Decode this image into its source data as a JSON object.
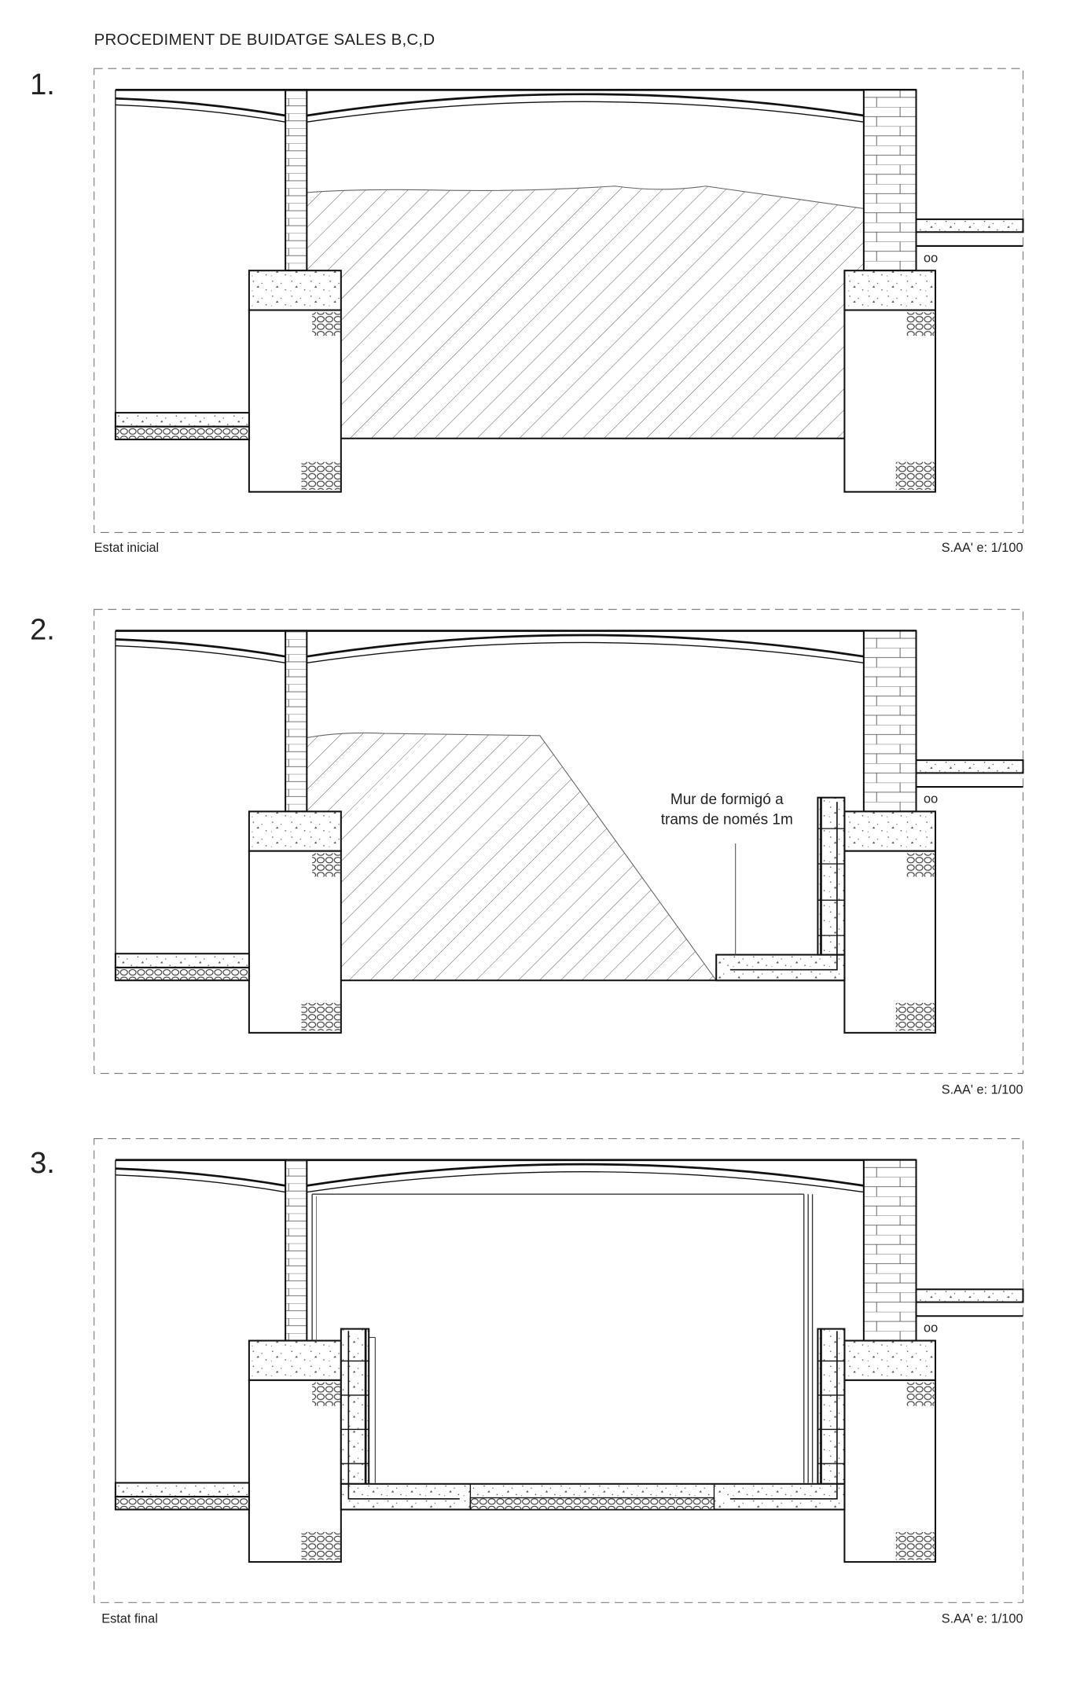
{
  "title": "PROCEDIMENT DE BUIDATGE SALES B,C,D",
  "panels": [
    {
      "number": "1.",
      "caption_left": "Estat inicial",
      "scale": "S.AA' e: 1/100"
    },
    {
      "number": "2.",
      "caption_left": "",
      "scale": "S.AA' e: 1/100",
      "annotation": {
        "line1": "Mur de formigó a",
        "line2": "trams de només 1m"
      }
    },
    {
      "number": "3.",
      "caption_left": "Estat final",
      "scale": "S.AA' e: 1/100"
    }
  ],
  "pipe_label": "oo"
}
